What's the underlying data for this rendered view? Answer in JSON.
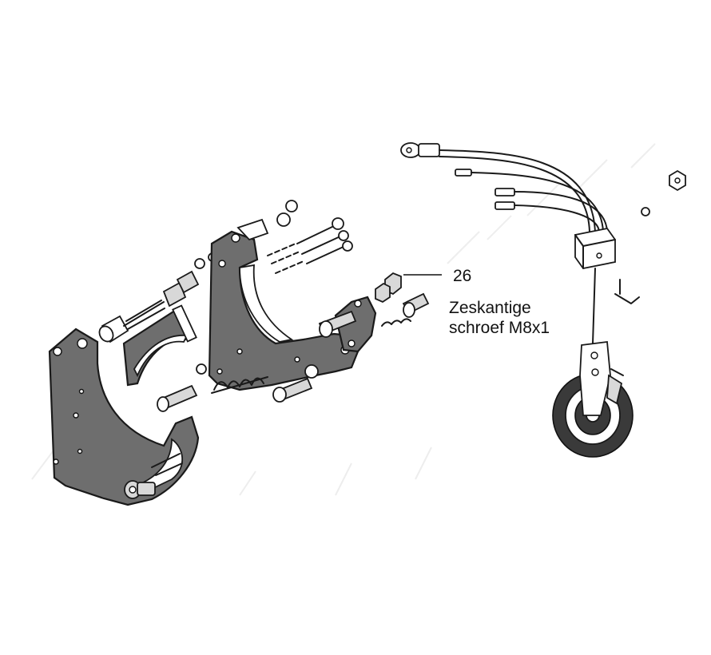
{
  "callout": {
    "number": "26",
    "description_line1": "Zeskantige",
    "description_line2": "schroef M8x1"
  }
}
